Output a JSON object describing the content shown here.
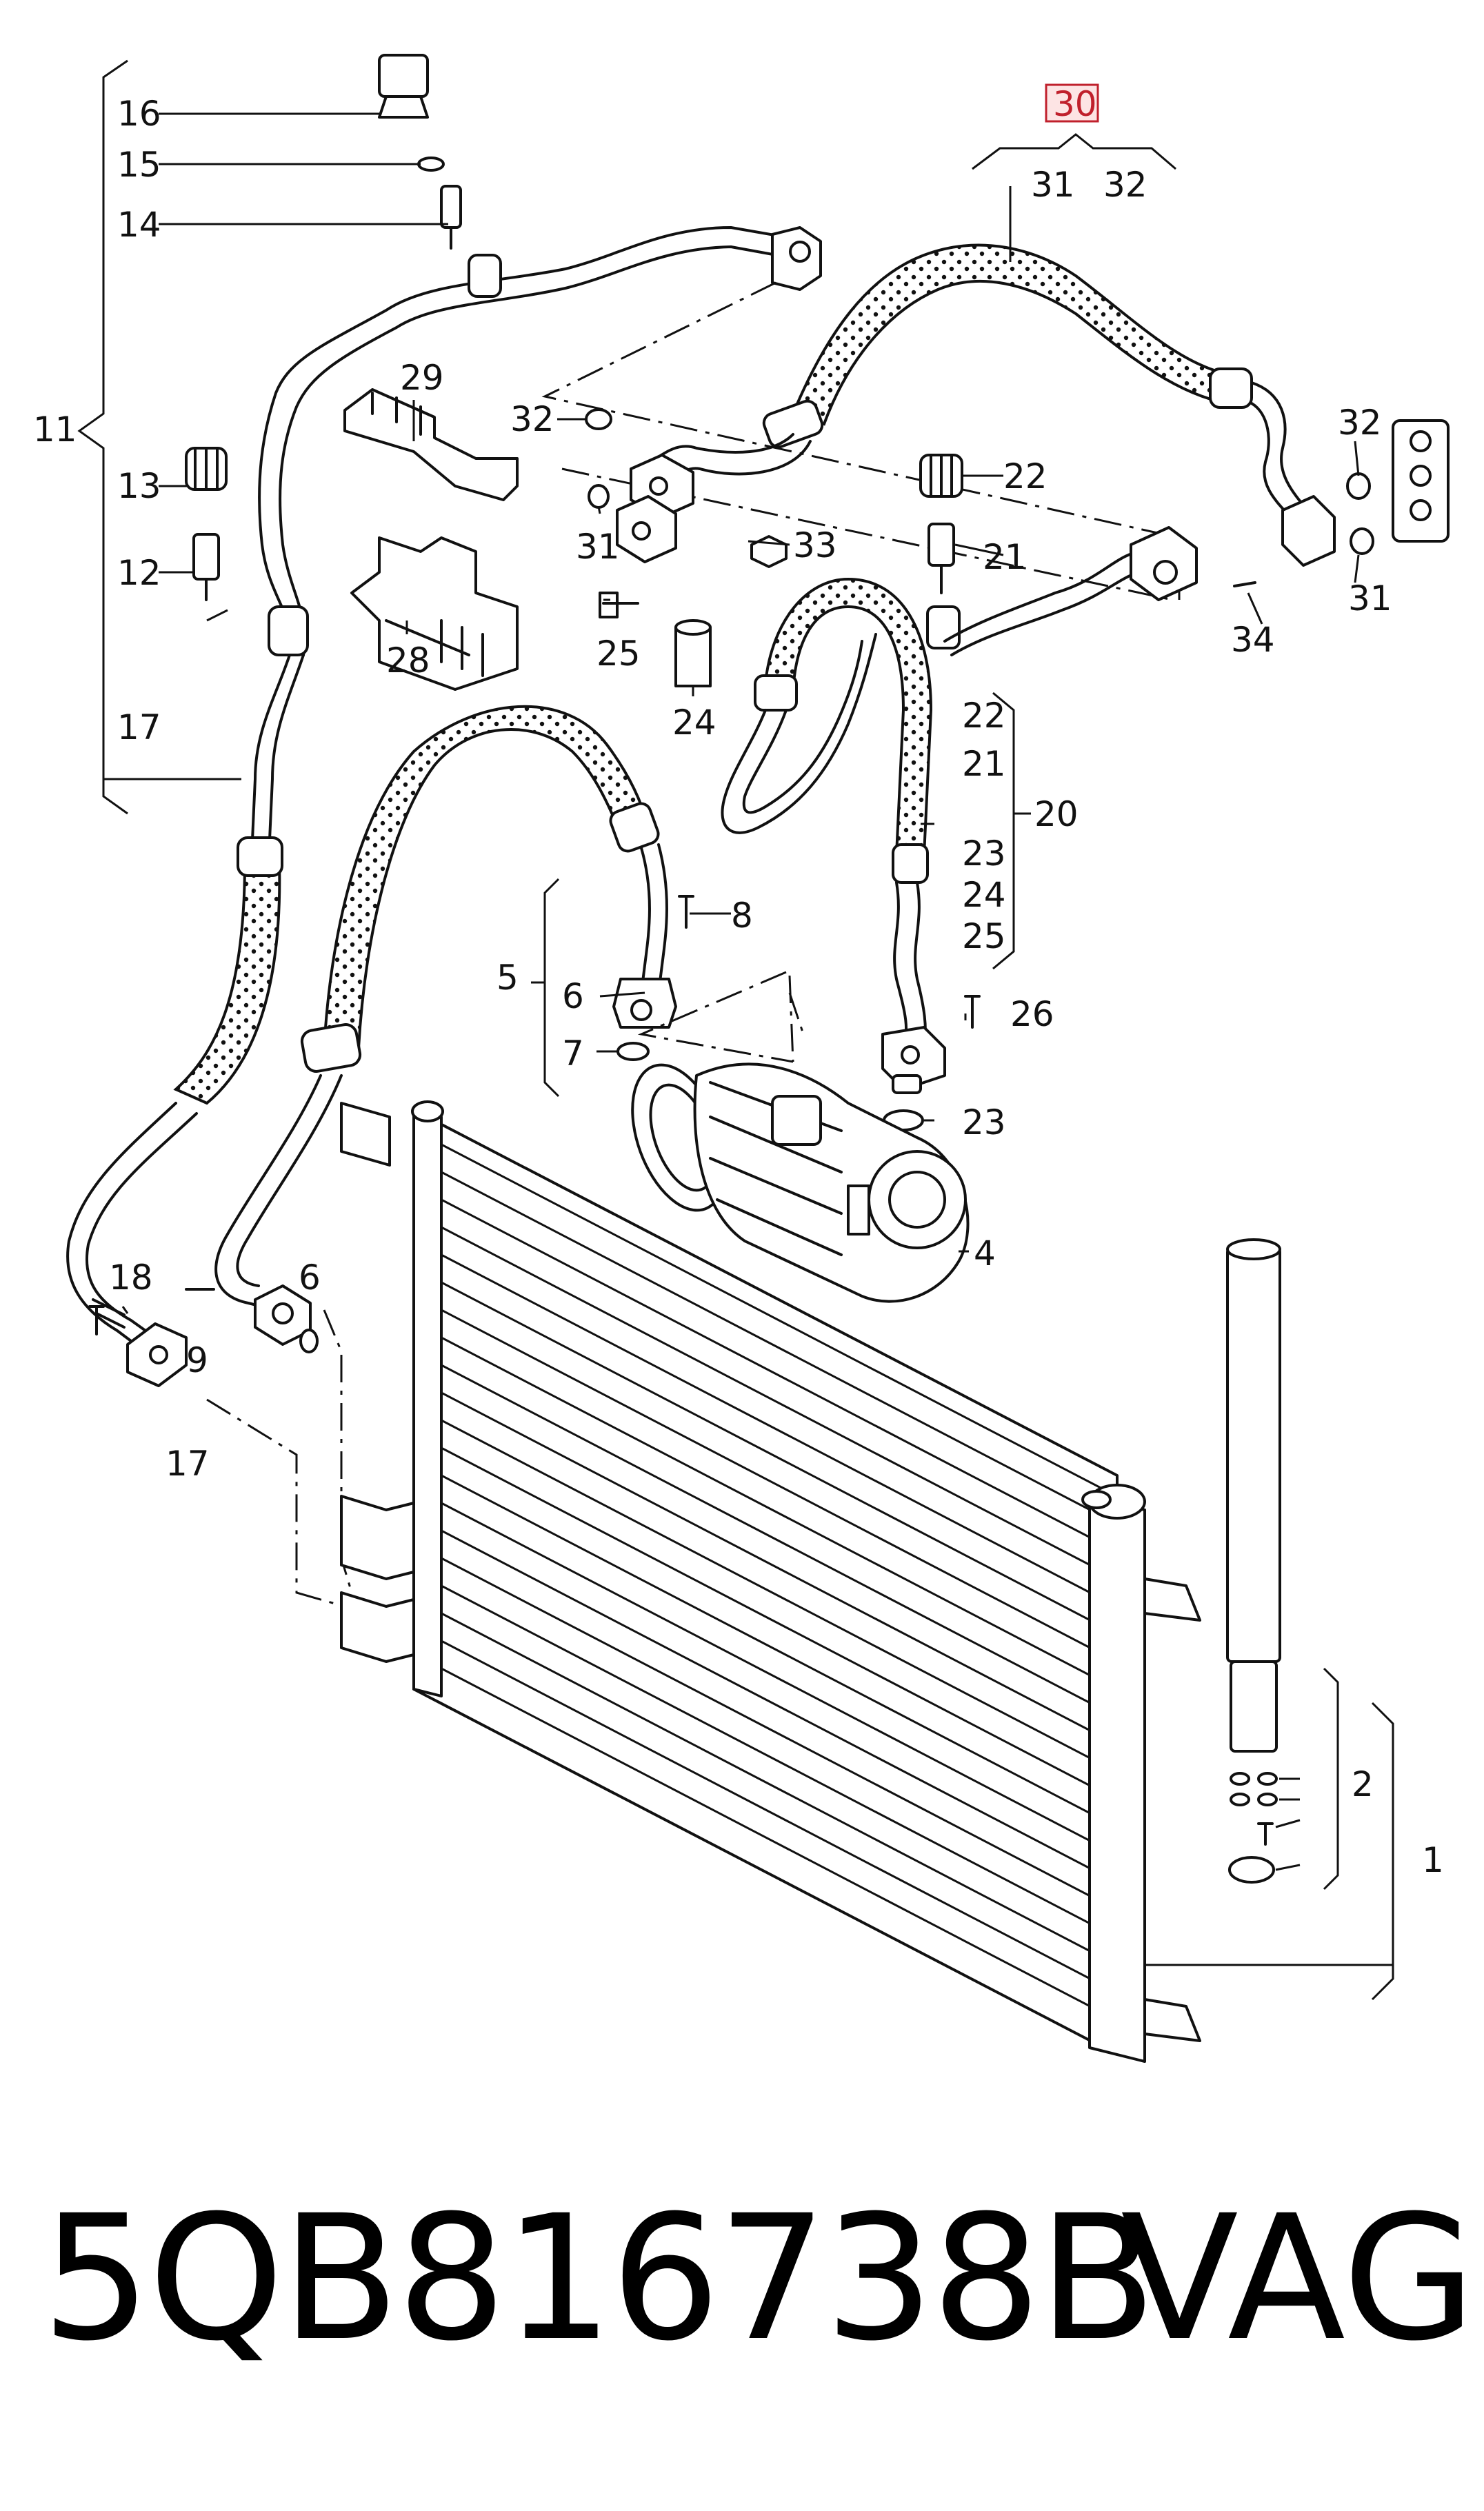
{
  "callouts": {
    "c16": "16",
    "c15": "15",
    "c14": "14",
    "c11": "11",
    "c13": "13",
    "c12": "12",
    "c17a": "17",
    "c29": "29",
    "c28": "28",
    "c32a": "32",
    "c31a": "31",
    "c33": "33",
    "c25": "25",
    "c24": "24",
    "c30": "30",
    "c31b": "31",
    "c32b": "32",
    "c22a": "22",
    "c21a": "21",
    "c32c": "32",
    "c31c": "31",
    "c34": "34",
    "c22b": "22",
    "c21b": "21",
    "c20": "20",
    "c23a": "23",
    "c24b": "24",
    "c25b": "25",
    "c8": "8",
    "c5": "5",
    "c6a": "6",
    "c7": "7",
    "c26": "26",
    "c23b": "23",
    "c4": "4",
    "c18": "18",
    "c9": "9",
    "c6b": "6",
    "c17b": "17",
    "c2": "2",
    "c1": "1"
  },
  "footer": {
    "part_number": "5QB816738B",
    "brand": "VAG"
  },
  "colors": {
    "line": "#111111",
    "highlight": "#c0202c",
    "highlight_fill": "#fde4e4"
  }
}
